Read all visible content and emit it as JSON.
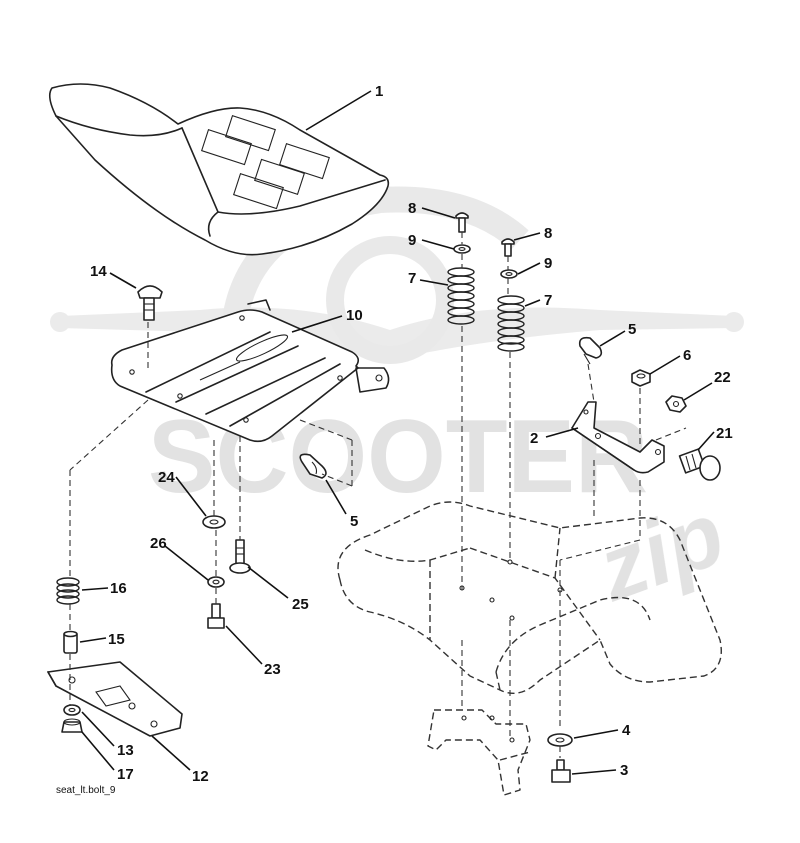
{
  "watermark": {
    "text_main": "SCOOTER",
    "text_script": "zip"
  },
  "reference_code": "seat_lt.bolt_9",
  "callouts": [
    {
      "id": "c1",
      "label": "1"
    },
    {
      "id": "c2",
      "label": "2"
    },
    {
      "id": "c3",
      "label": "3"
    },
    {
      "id": "c4",
      "label": "4"
    },
    {
      "id": "c5a",
      "label": "5"
    },
    {
      "id": "c5b",
      "label": "5"
    },
    {
      "id": "c6",
      "label": "6"
    },
    {
      "id": "c7a",
      "label": "7"
    },
    {
      "id": "c7b",
      "label": "7"
    },
    {
      "id": "c8a",
      "label": "8"
    },
    {
      "id": "c8b",
      "label": "8"
    },
    {
      "id": "c9a",
      "label": "9"
    },
    {
      "id": "c9b",
      "label": "9"
    },
    {
      "id": "c10",
      "label": "10"
    },
    {
      "id": "c12",
      "label": "12"
    },
    {
      "id": "c13",
      "label": "13"
    },
    {
      "id": "c14",
      "label": "14"
    },
    {
      "id": "c15",
      "label": "15"
    },
    {
      "id": "c16",
      "label": "16"
    },
    {
      "id": "c17",
      "label": "17"
    },
    {
      "id": "c21",
      "label": "21"
    },
    {
      "id": "c22",
      "label": "22"
    },
    {
      "id": "c23",
      "label": "23"
    },
    {
      "id": "c24",
      "label": "24"
    },
    {
      "id": "c25",
      "label": "25"
    },
    {
      "id": "c26",
      "label": "26"
    }
  ]
}
